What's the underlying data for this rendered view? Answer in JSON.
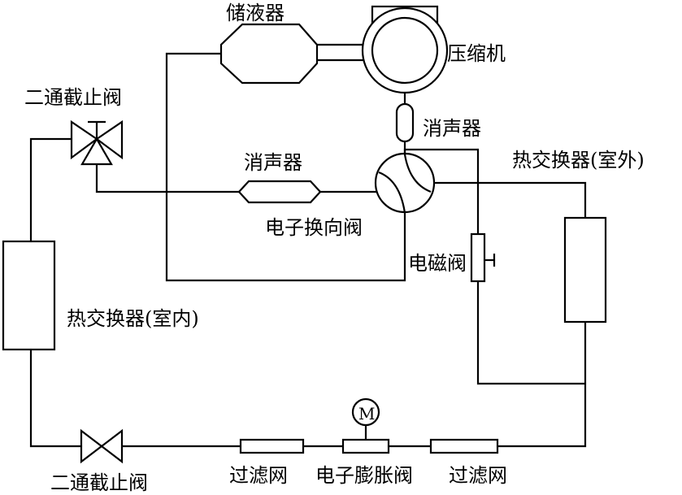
{
  "labels": {
    "accumulator": "储液器",
    "compressor": "压缩机",
    "muffler_top": "消声器",
    "muffler_mid": "消声器",
    "reversing_valve": "电子换向阀",
    "two_way_valve_top": "二通截止阀",
    "two_way_valve_bottom": "二通截止阀",
    "outdoor_exchanger": "热交换器(室外)",
    "indoor_exchanger": "热交换器(室内)",
    "solenoid_valve": "电磁阀",
    "filter_left": "过滤网",
    "expansion_valve": "电子膨胀阀",
    "filter_right": "过滤网",
    "motor": "M"
  }
}
